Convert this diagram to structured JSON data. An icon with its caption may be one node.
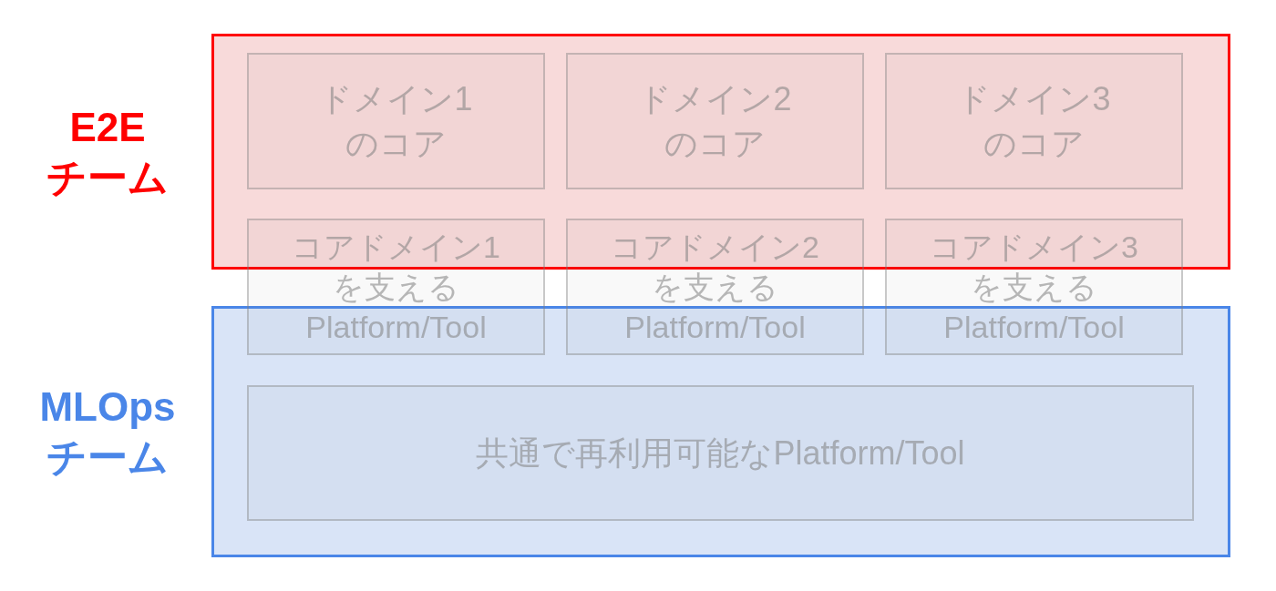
{
  "diagram": {
    "nodes": [
      {
        "text": [
          "E2Eチーム"
        ]
      },
      {
        "text": [
          "ドメイン1のコア"
        ],
        "in": 0
      },
      {
        "text": [
          "ドメイン2のコア"
        ],
        "in": 0
      },
      {
        "text": [
          "ドメイン3のコア"
        ],
        "in": 0
      },
      {
        "text": [
          "コアドメイン1を支えるPlatform/Tool"
        ]
      },
      {
        "text": [
          "コアドメイン2を支えるPlatform/Tool"
        ]
      },
      {
        "text": [
          "コアドメイン3を支えるPlatform/Tool"
        ]
      },
      {
        "text": [
          "MLOpsチーム"
        ]
      },
      {
        "text": [
          "共通で再利用可能なPlatform/Tool"
        ],
        "in": 7
      }
    ]
  }
}
